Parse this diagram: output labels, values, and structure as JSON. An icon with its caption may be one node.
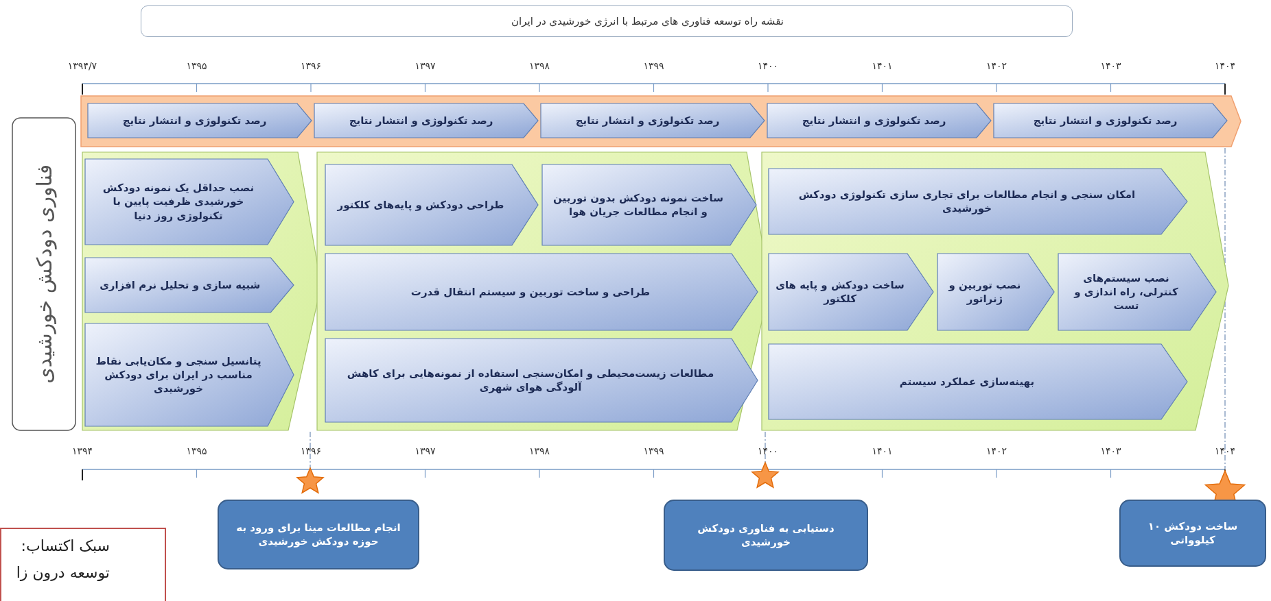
{
  "diagram": {
    "title": "نقشه راه توسعه فناوری های مرتبط با انرژی خورشیدی در ایران",
    "nodes": [
      {
        "text": [],
        "shape": "bar"
      },
      {
        "text": [
          "رصد تکنولوژی و انتشار نتایج"
        ],
        "in": 0
      },
      {
        "text": [
          "رصد تکنولوژی و انتشار نتایج"
        ],
        "in": 0
      },
      {
        "text": [
          "رصد تکنولوژی و انتشار نتایج"
        ],
        "in": 0
      },
      {
        "text": [
          "رصد تکنولوژی و انتشار نتایج"
        ],
        "in": 0
      },
      {
        "text": [
          "رصد تکنولوژی و انتشار نتایج"
        ],
        "in": 0
      },
      {
        "text": [
          "فناوری دودکش خورشیدی"
        ]
      },
      {
        "text": [],
        "shape": "box"
      },
      {
        "text": [
          "نصب حداقل یک نمونه دودکش خورشیدی ظرفیت پایین با تکنولوژی روز دنیا"
        ],
        "in": 7
      },
      {
        "text": [
          "شبیه سازی و تحلیل نرم افزاری"
        ],
        "in": 7
      },
      {
        "text": [
          "پتانسیل سنجی و مکان‌یابی نقاط مناسب در ایران برای دودکش خورشیدی"
        ],
        "in": 7
      },
      {
        "text": [],
        "shape": "box"
      },
      {
        "text": [
          "طراحی دودکش و پایه‌های کلکتور"
        ],
        "in": 11
      },
      {
        "text": [
          "ساخت نمونه دودکش بدون توربین و انجام مطالعات جریان هوا"
        ],
        "in": 11
      },
      {
        "text": [
          "طراحی و ساخت توربین و سیستم انتقال قدرت"
        ],
        "in": 11
      },
      {
        "text": [
          "مطالعات زیست‌محیطی و امکان‌سنجی استفاده از نمونه‌هایی برای کاهش آلودگی هوای شهری"
        ],
        "in": 11
      },
      {
        "text": [],
        "shape": "box"
      },
      {
        "text": [
          "امکان سنجی و انجام مطالعات برای تجاری سازی تکنولوژی دودکش خورشیدی"
        ],
        "in": 16
      },
      {
        "text": [
          "ساخت دودکش و پایه های کلکتور"
        ],
        "in": 16
      },
      {
        "text": [
          "نصب توربین و ژنراتور"
        ],
        "in": 16
      },
      {
        "text": [
          "نصب سیستم‌های کنترلی، راه اندازی و تست"
        ],
        "in": 16
      },
      {
        "text": [
          "بهینه‌سازی عملکرد سیستم"
        ],
        "in": 16
      },
      {
        "text": [
          "انجام مطالعات مینا برای ورود به حوزه دودکش خورشیدی"
        ]
      },
      {
        "text": [
          "دستیابی به فناوری دودکش خورشیدی"
        ]
      },
      {
        "text": [
          "ساخت دودکش ۱۰ کیلوواتی"
        ]
      },
      {
        "text": [
          "سبک اکتساب: توسعه درون زا"
        ]
      }
    ],
    "labels": [
      "۱۳۹۴/۷",
      "۱۳۹۵",
      "۱۳۹۶",
      "۱۳۹۷",
      "۱۳۹۸",
      "۱۳۹۹",
      "۱۴۰۰",
      "۱۴۰۱",
      "۱۴۰۲",
      "۱۴۰۳",
      "۱۴۰۴",
      "۱۳۹۴",
      "۱۳۹۵",
      "۱۳۹۶",
      "۱۳۹۷",
      "۱۳۹۸",
      "۱۳۹۹",
      "۱۴۰۰",
      "۱۴۰۱",
      "۱۴۰۲",
      "۱۴۰۳",
      "۱۴۰۴"
    ]
  }
}
